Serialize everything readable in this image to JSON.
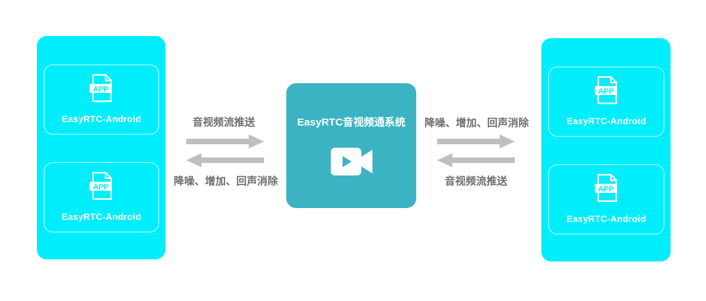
{
  "left_panel": {
    "cards": [
      {
        "icon": "app-file-icon",
        "icon_text": "APP",
        "label": "EasyRTC-Android"
      },
      {
        "icon": "app-file-icon",
        "icon_text": "APP",
        "label": "EasyRTC-Android"
      }
    ]
  },
  "right_panel": {
    "cards": [
      {
        "icon": "app-file-icon",
        "icon_text": "APP",
        "label": "EasyRTC-Android"
      },
      {
        "icon": "app-file-icon",
        "icon_text": "APP",
        "label": "EasyRTC-Android"
      }
    ]
  },
  "center": {
    "title": "EasyRTC音视频通系统",
    "icon": "video-camera-icon"
  },
  "left_flow": {
    "top_label": "音视频流推送",
    "bottom_label": "降噪、增加、回声消除"
  },
  "right_flow": {
    "top_label": "降噪、增加、回声消除",
    "bottom_label": "音视频流推送"
  },
  "colors": {
    "panel": "#00eefc",
    "center_box": "#3bb3c3",
    "arrow": "#bfbfbf",
    "label_text": "#6f6f6f"
  }
}
